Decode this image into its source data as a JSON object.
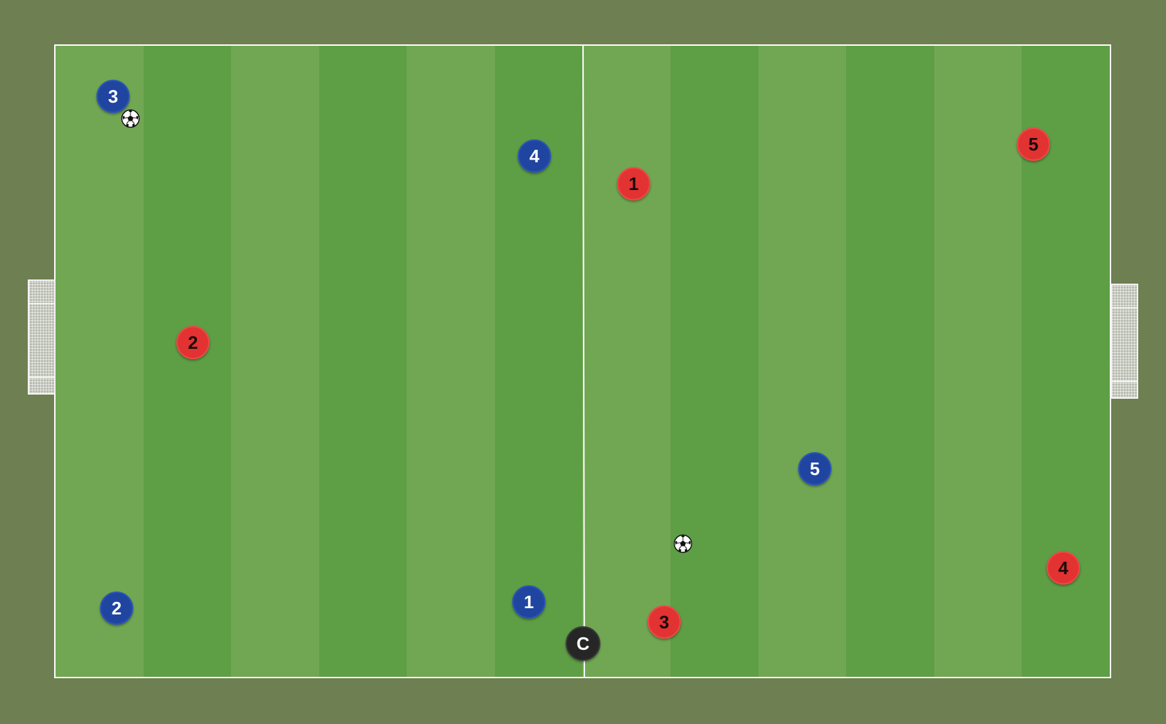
{
  "colors": {
    "background": "#6e7f52",
    "grass_light": "#71a753",
    "grass_dark": "#5e9e45",
    "line": "#ffffff",
    "blue_team": "#1f45a0",
    "red_team": "#e23232",
    "coach": "#262626"
  },
  "blue_players": [
    {
      "label": "3"
    },
    {
      "label": "4"
    },
    {
      "label": "2"
    },
    {
      "label": "1"
    },
    {
      "label": "5"
    }
  ],
  "red_players": [
    {
      "label": "1"
    },
    {
      "label": "5"
    },
    {
      "label": "2"
    },
    {
      "label": "3"
    },
    {
      "label": "4"
    }
  ],
  "coach": {
    "label": "C"
  },
  "balls": [
    {
      "icon": "soccer-ball-icon"
    },
    {
      "icon": "soccer-ball-icon"
    }
  ]
}
